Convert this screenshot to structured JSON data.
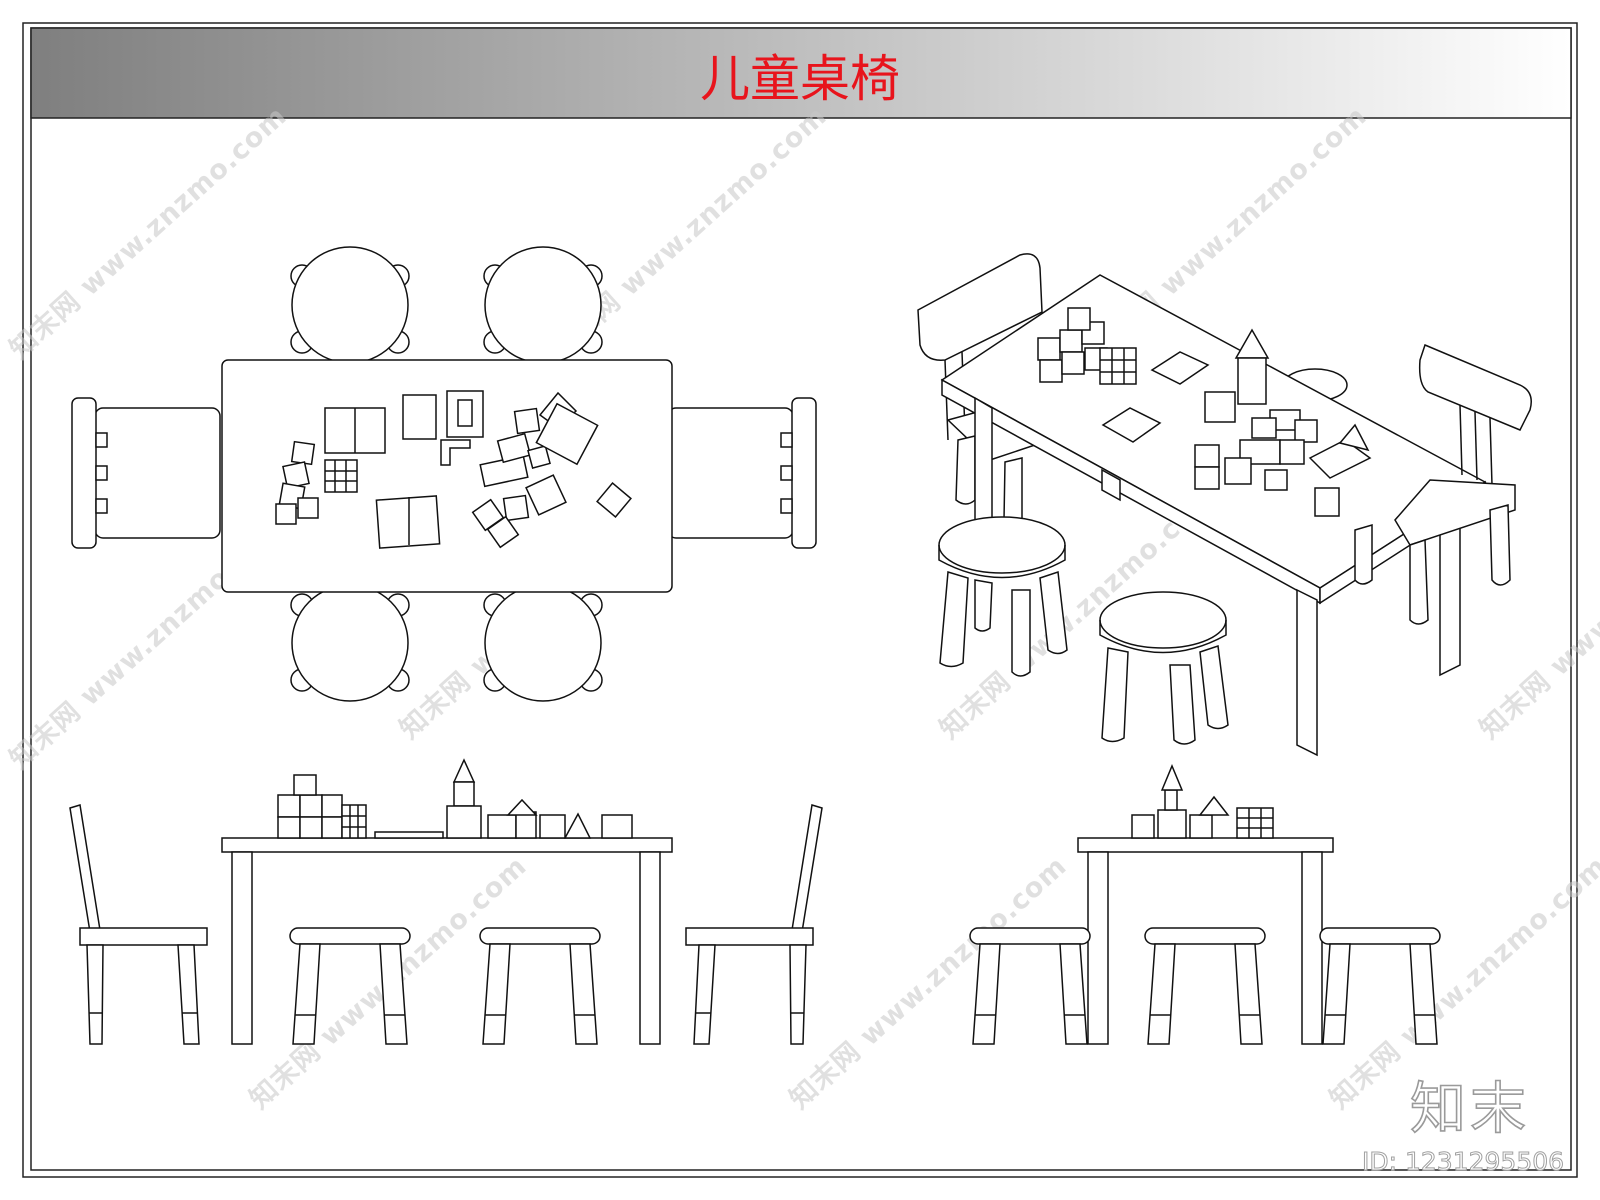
{
  "title": "儿童桌椅",
  "watermark": "知末网 www.znzmo.com",
  "logo": "知末",
  "id_label": "ID: 1231295506",
  "colors": {
    "title": "#e8141c",
    "header_gradient_start": "#7f7f7f",
    "header_gradient_end": "#ffffff",
    "line": "#111111",
    "watermark": "#c8c8c8"
  }
}
